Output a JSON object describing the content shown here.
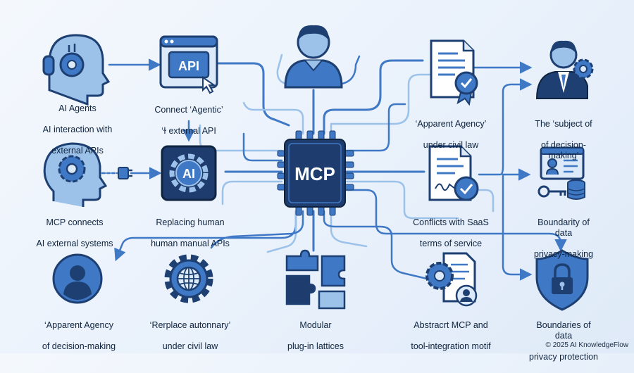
{
  "diagram": {
    "center": {
      "label": "MCP"
    },
    "nodes": [
      {
        "id": "ai-agents",
        "lines": [
          "AI Agents",
          "AI interaction with",
          "external APIs"
        ],
        "icon": "robot-head-icon"
      },
      {
        "id": "connect-agentic",
        "lines": [
          "Connect ‘Agentic’",
          "‘ɫ external API"
        ],
        "icon": "api-window-icon",
        "icon_text": "API"
      },
      {
        "id": "user",
        "lines": [],
        "icon": "user-icon"
      },
      {
        "id": "apparent-agency-civil",
        "lines": [
          "‘Apparent Agency’",
          "under civil law"
        ],
        "icon": "certificate-document-icon"
      },
      {
        "id": "subject-decision",
        "lines": [
          "The ‘subject of",
          "of decision-making’"
        ],
        "icon": "businessman-gear-icon"
      },
      {
        "id": "mcp-connects",
        "lines": [
          "MCP connects",
          "AI external systems"
        ],
        "icon": "head-gear-icon"
      },
      {
        "id": "replacing-human",
        "lines": [
          "Replacing human",
          "human manual APIs"
        ],
        "icon": "ai-gear-icon",
        "icon_text": "AI"
      },
      {
        "id": "conflicts-saas",
        "lines": [
          "Conflicts with SaaS",
          "terms of service"
        ],
        "icon": "contract-check-icon"
      },
      {
        "id": "boundary-data-privacy-making",
        "lines": [
          "Boundarity of data",
          "privacy-making"
        ],
        "icon": "monitor-key-database-icon"
      },
      {
        "id": "apparent-agency-decision",
        "lines": [
          "‘Apparent Agency",
          "of decision-making"
        ],
        "icon": "user-circle-icon"
      },
      {
        "id": "replace-autonomous",
        "lines": [
          "‘Rerplace autonnary’",
          "under civil law"
        ],
        "icon": "globe-gear-icon"
      },
      {
        "id": "modular-plugin",
        "lines": [
          "Modular",
          "plug-in lattices"
        ],
        "icon": "puzzle-pieces-icon"
      },
      {
        "id": "abstract-mcp",
        "lines": [
          "Abstracrt MCP and",
          "tool-integration motif"
        ],
        "icon": "gear-document-user-icon"
      },
      {
        "id": "boundaries-privacy",
        "lines": [
          "Boundaries of data",
          "privacy protection"
        ],
        "icon": "shield-lock-icon"
      }
    ]
  },
  "footer": {
    "text": "© 2025 AI KnowledgeFlow"
  },
  "colors": {
    "navy": "#1d3f72",
    "blue": "#3f78c4",
    "light": "#9cc2ea",
    "chip": "#1e3d6e",
    "bg": "#eef4fb"
  }
}
